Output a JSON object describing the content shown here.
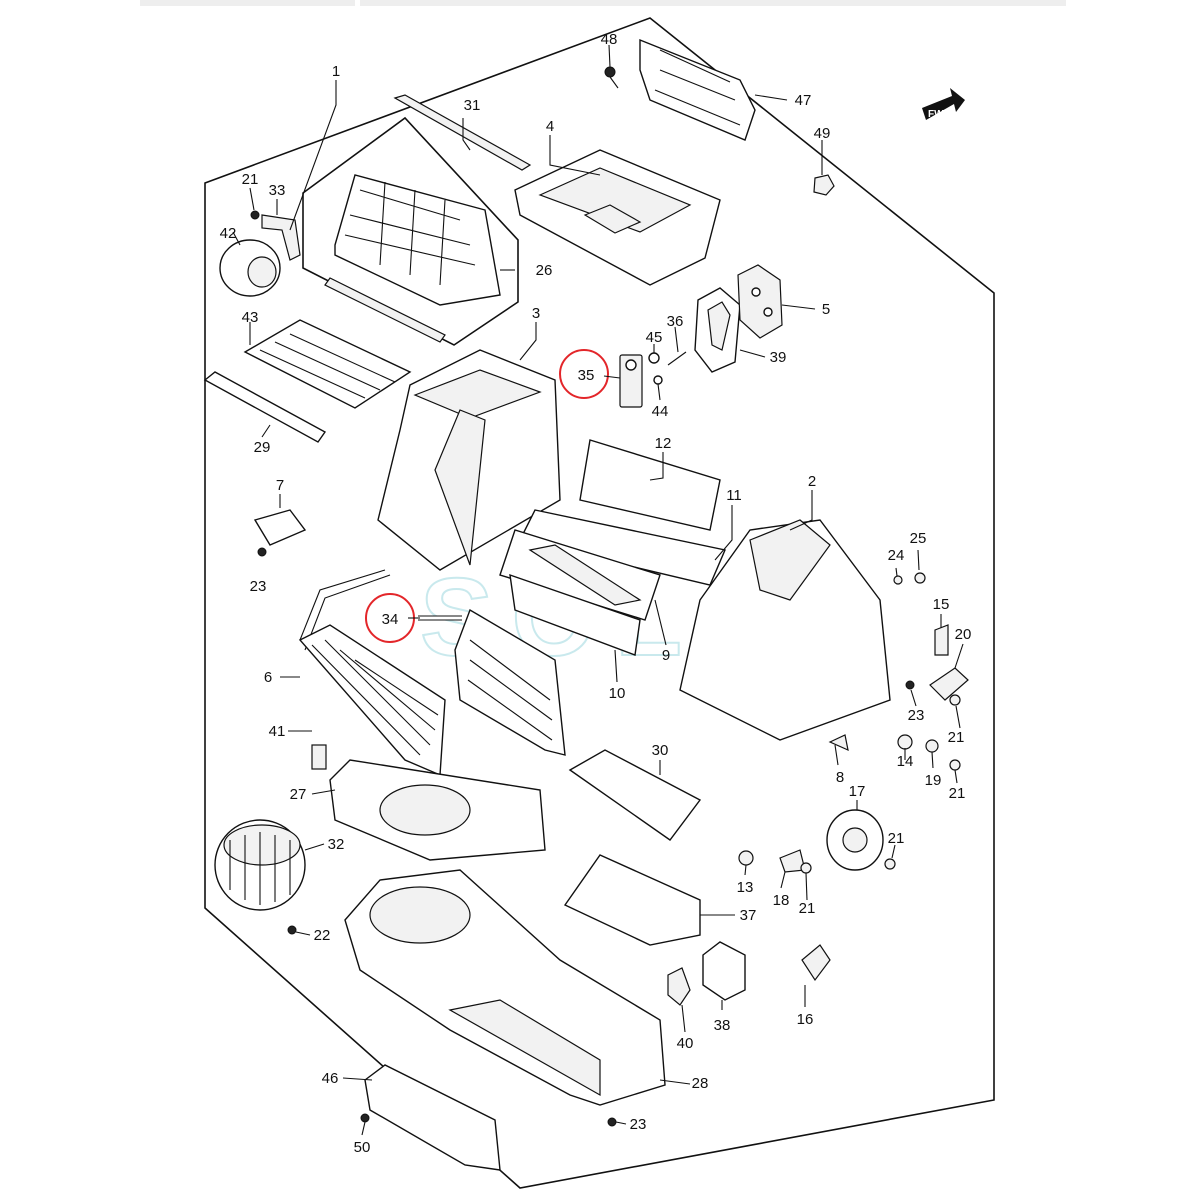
{
  "diagram": {
    "fwd_mark": "FWD",
    "watermark": "SOL",
    "highlighted_parts": [
      "34",
      "35"
    ],
    "parts": [
      {
        "id": "p1",
        "label": "1"
      },
      {
        "id": "p2",
        "label": "2"
      },
      {
        "id": "p3",
        "label": "3"
      },
      {
        "id": "p4",
        "label": "4"
      },
      {
        "id": "p5",
        "label": "5"
      },
      {
        "id": "p6",
        "label": "6"
      },
      {
        "id": "p7",
        "label": "7"
      },
      {
        "id": "p8",
        "label": "8"
      },
      {
        "id": "p9",
        "label": "9"
      },
      {
        "id": "p10",
        "label": "10"
      },
      {
        "id": "p11",
        "label": "11"
      },
      {
        "id": "p12",
        "label": "12"
      },
      {
        "id": "p13",
        "label": "13"
      },
      {
        "id": "p14",
        "label": "14"
      },
      {
        "id": "p15",
        "label": "15"
      },
      {
        "id": "p16",
        "label": "16"
      },
      {
        "id": "p17",
        "label": "17"
      },
      {
        "id": "p18",
        "label": "18"
      },
      {
        "id": "p19",
        "label": "19"
      },
      {
        "id": "p20",
        "label": "20"
      },
      {
        "id": "p21a",
        "label": "21"
      },
      {
        "id": "p21b",
        "label": "21"
      },
      {
        "id": "p21c",
        "label": "21"
      },
      {
        "id": "p21d",
        "label": "21"
      },
      {
        "id": "p21e",
        "label": "21"
      },
      {
        "id": "p21f",
        "label": "21"
      },
      {
        "id": "p22",
        "label": "22"
      },
      {
        "id": "p23a",
        "label": "23"
      },
      {
        "id": "p23b",
        "label": "23"
      },
      {
        "id": "p23c",
        "label": "23"
      },
      {
        "id": "p24",
        "label": "24"
      },
      {
        "id": "p25",
        "label": "25"
      },
      {
        "id": "p26",
        "label": "26"
      },
      {
        "id": "p27",
        "label": "27"
      },
      {
        "id": "p28",
        "label": "28"
      },
      {
        "id": "p29",
        "label": "29"
      },
      {
        "id": "p30",
        "label": "30"
      },
      {
        "id": "p31",
        "label": "31"
      },
      {
        "id": "p32",
        "label": "32"
      },
      {
        "id": "p33",
        "label": "33"
      },
      {
        "id": "p34",
        "label": "34"
      },
      {
        "id": "p35",
        "label": "35"
      },
      {
        "id": "p36",
        "label": "36"
      },
      {
        "id": "p37",
        "label": "37"
      },
      {
        "id": "p38",
        "label": "38"
      },
      {
        "id": "p39",
        "label": "39"
      },
      {
        "id": "p40",
        "label": "40"
      },
      {
        "id": "p41",
        "label": "41"
      },
      {
        "id": "p42",
        "label": "42"
      },
      {
        "id": "p43",
        "label": "43"
      },
      {
        "id": "p44",
        "label": "44"
      },
      {
        "id": "p45",
        "label": "45"
      },
      {
        "id": "p46",
        "label": "46"
      },
      {
        "id": "p47",
        "label": "47"
      },
      {
        "id": "p48",
        "label": "48"
      },
      {
        "id": "p49",
        "label": "49"
      },
      {
        "id": "p50",
        "label": "50"
      }
    ]
  }
}
